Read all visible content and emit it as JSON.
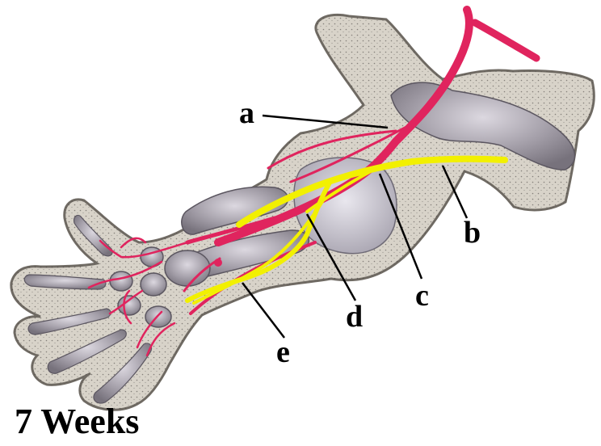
{
  "figure": {
    "caption": "7 Weeks",
    "labels": {
      "a": "a",
      "b": "b",
      "c": "c",
      "d": "d",
      "e": "e"
    }
  },
  "colors": {
    "tissue": "#d8d3c9",
    "tissue_outline": "#6f6a63",
    "stipple": "#3e3a36",
    "cartilage": "#8f8a94",
    "cartilage_light": "#cfcbd4",
    "artery": "#e0245e",
    "nerve": "#f2f000",
    "leader": "#000000"
  }
}
